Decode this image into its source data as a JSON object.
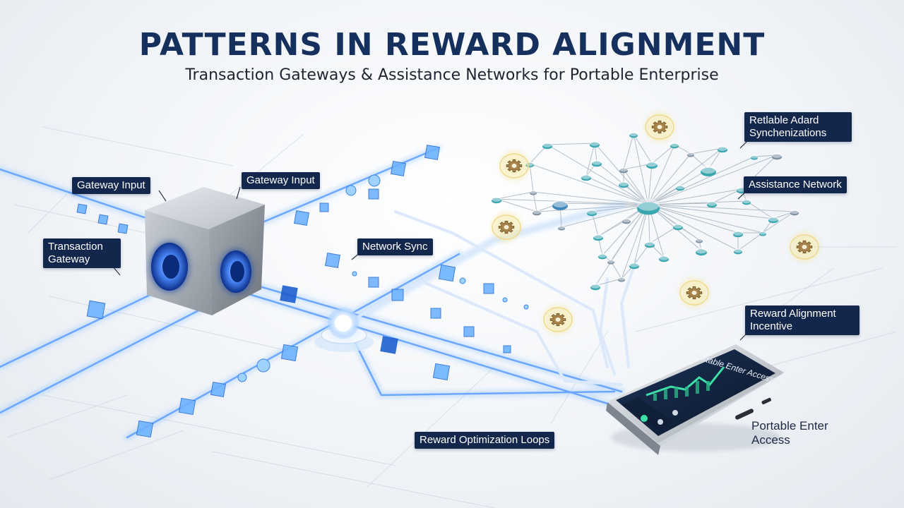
{
  "header": {
    "title": "PATTERNS IN REWARD ALIGNMENT",
    "subtitle": "Transaction Gateways & Assistance Networks for Portable Enterprise"
  },
  "labels": {
    "gateway_input_left": "Gateway Input",
    "gateway_input_right": "Gateway Input",
    "transaction_gateway": "Transaction Gateway",
    "network_sync": "Network Sync",
    "reliable_adard": "Retlable Adard Synchenizations",
    "assistance_network": "Assistance Network",
    "reward_alignment": "Reward Alignment Incentive",
    "reward_optimization": "Reward Optimization Loops",
    "portable_access": "Portable Enter Access",
    "screen_caption": "Portable Enter Access"
  },
  "icons": {
    "gateway": "cube-gateway-icon",
    "hub": "junction-node-icon",
    "gear": "gear-icon",
    "phone": "smartphone-icon"
  },
  "colors": {
    "title": "#15305c",
    "callout_bg": "#13274d",
    "flow_glow": "#7fb8ff",
    "node_teal": "#3aa6b0",
    "gear_glow": "#f3e7a0"
  }
}
